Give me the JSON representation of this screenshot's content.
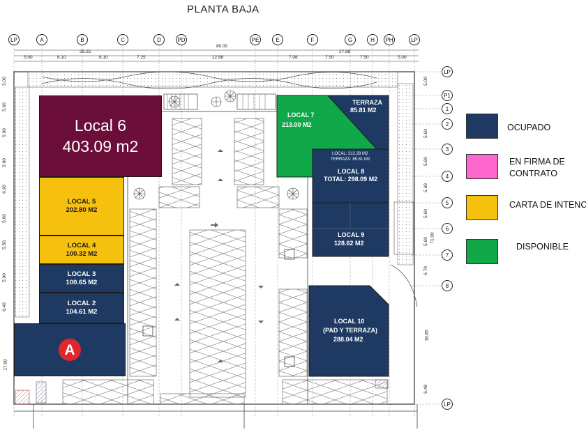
{
  "title": "PLANTA BAJA",
  "colors": {
    "ocupado": "#1e3a63",
    "firma": "#ff66cc",
    "carta": "#f5c10e",
    "disponible": "#11a84a",
    "local6": "#6b0f3a"
  },
  "legend": [
    {
      "label": "OCUPADO",
      "color": "#1e3a63"
    },
    {
      "label": "EN FIRMA DE",
      "label2": "CONTRATO",
      "color": "#ff66cc"
    },
    {
      "label": "CARTA DE INTENC",
      "color": "#f5c10e"
    },
    {
      "label": "DISPONIBLE",
      "color": "#11a84a"
    }
  ],
  "locales": {
    "local6": {
      "name": "Local 6",
      "area": "403.09 m2"
    },
    "local5": {
      "name": "LOCAL 5",
      "area": "202.80 M2"
    },
    "local4": {
      "name": "LOCAL 4",
      "area": "100.32 M2"
    },
    "local3": {
      "name": "LOCAL 3",
      "area": "100.65 M2"
    },
    "local2": {
      "name": "LOCAL 2",
      "area": "104.61 M2"
    },
    "local7": {
      "name": "LOCAL 7",
      "area": "213.00 M2"
    },
    "terraza": {
      "name": "TERRAZA",
      "area": "85.81 M2"
    },
    "local8": {
      "note1": "LOCAL: 212.28 M2",
      "note2": "TERRAZA: 85.81 M2",
      "name": "LOCAL 8",
      "area": "TOTAL: 298.09 M2"
    },
    "local9": {
      "name": "LOCAL 9",
      "area": "128.62 M2"
    },
    "local10": {
      "name": "LOCAL 10",
      "sub": "(PAD Y TERRAZA)",
      "area": "288.04 M2"
    },
    "anchor_logo": "A"
  },
  "axes_top": [
    "LP",
    "A",
    "B",
    "C",
    "D",
    "PD",
    "PE",
    "E",
    "F",
    "G",
    "H",
    "PH",
    "LP"
  ],
  "axes_right": [
    "LP",
    "P1",
    "1",
    "2",
    "3",
    "4",
    "5",
    "6",
    "7",
    "8",
    "LP"
  ],
  "dims_top": [
    "5.00",
    "8.10",
    "29.25",
    "8.10",
    "7.25",
    "22.88",
    "80.00",
    "7.08",
    "27.88",
    "7.50",
    "7.50",
    "5.00"
  ],
  "dims_left": [
    "5.00",
    "5.60",
    "5.60",
    "5.60",
    "6.90",
    "5.60",
    "5.50",
    "5.90",
    "6.46",
    "17.90"
  ],
  "dims_right": [
    "5.00",
    "5.60",
    "5.60",
    "5.60",
    "5.60",
    "5.60",
    "71.00",
    "6.70",
    "18.85",
    "6.48"
  ]
}
